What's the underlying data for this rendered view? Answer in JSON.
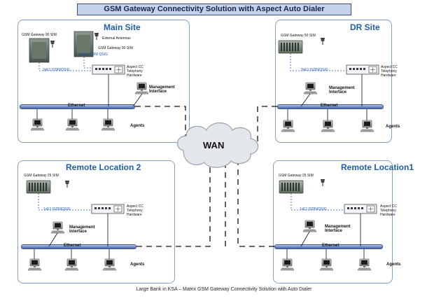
{
  "title": "GSM Gateway Connectivity Solution with Aspect Auto Dialer",
  "caption": "Large Bank in KSA – Matrix GSM Gateway Connectivity Solution with Auto Dialer",
  "wan": {
    "label": "WAN",
    "icon": "cloud-icon"
  },
  "colors": {
    "site_border": "#7da3c9",
    "site_title": "#1f5fa8",
    "ethernet": "#6f88c0",
    "banner": "#c5d3ea"
  },
  "common": {
    "ethernet_label": "Ethernet",
    "agents_label": "Agents",
    "management_label": "Management\nInterface",
    "aspect_label": "Aspect CC\nTelephony\nHardware",
    "e1_label": "3xE1 ISDN/QSIG"
  },
  "main_site": {
    "title": "Main Site",
    "gateway1_label": "GSM Gateway 90 SIM",
    "gateway2_label": "GSM Gateway 90 SIM",
    "external_antenna_label": "External Antennas",
    "e1_label_left": "3xE1 ISDN/QSIG",
    "e1_label_right": "3xE1 ISDN/ QSIG"
  },
  "dr_site": {
    "title": "DR Site",
    "gateway_label": "GSM Gateway 50 SIM",
    "e1_label": "3xE1 ISDN/QSIG"
  },
  "remote2": {
    "title": "Remote Location 2",
    "gateway_label": "GSM Gateway 25 SIM",
    "e1_label": "1xE1 ISDN/QSIG"
  },
  "remote1": {
    "title": "Remote Location1",
    "gateway_label": "GSM Gateway 25 SIM",
    "e1_label": "1xE1 ISDN/QSIG"
  }
}
